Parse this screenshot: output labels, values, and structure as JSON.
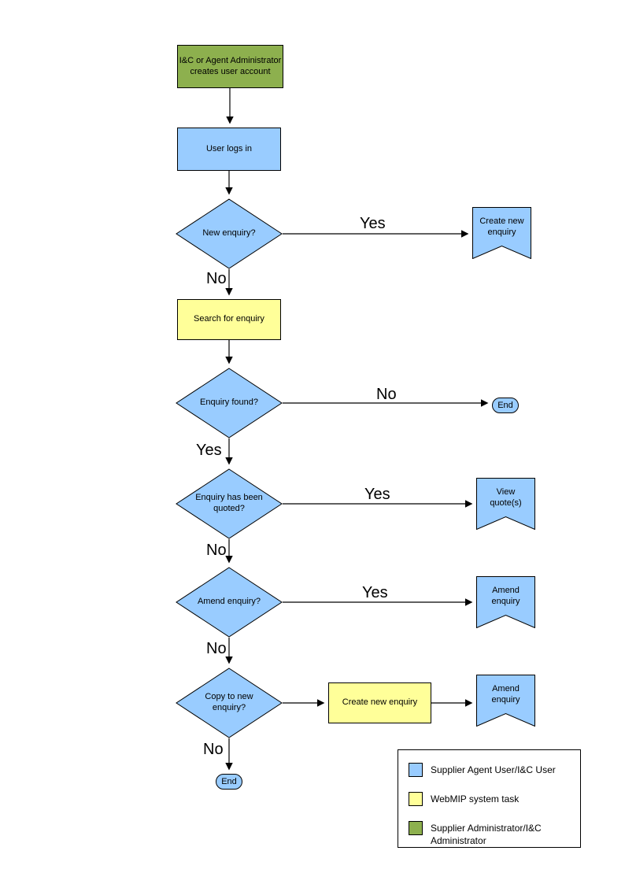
{
  "colors": {
    "actor_blue": "#99CCFF",
    "task_yellow": "#FFFF99",
    "admin_green": "#8DB04E"
  },
  "nodes": {
    "admin_creates_account": "I&C or Agent Administrator creates user account",
    "user_logs_in": "User logs in",
    "new_enquiry_decision": "New enquiry?",
    "create_new_enquiry_ref": "Create new enquiry",
    "search_for_enquiry": "Search for enquiry",
    "enquiry_found_decision": "Enquiry found?",
    "end_top": "End",
    "enquiry_quoted_decision": "Enquiry has been quoted?",
    "view_quotes_ref": "View quote(s)",
    "amend_enquiry_decision": "Amend enquiry?",
    "amend_enquiry_ref_1": "Amend enquiry",
    "copy_to_new_enquiry_decision": "Copy to new enquiry?",
    "create_new_enquiry_task": "Create new enquiry",
    "amend_enquiry_ref_2": "Amend enquiry",
    "end_bottom": "End"
  },
  "branch_labels": {
    "new_enquiry_yes": "Yes",
    "new_enquiry_no": "No",
    "enquiry_found_no": "No",
    "enquiry_found_yes": "Yes",
    "enquiry_quoted_yes": "Yes",
    "enquiry_quoted_no": "No",
    "amend_enquiry_yes": "Yes",
    "amend_enquiry_no": "No",
    "copy_to_new_no": "No"
  },
  "legend": {
    "items": [
      {
        "label": "Supplier Agent User/I&C User",
        "color": "#99CCFF"
      },
      {
        "label": "WebMIP system task",
        "color": "#FFFF99"
      },
      {
        "label": "Supplier Administrator/I&C Administrator",
        "color": "#8DB04E"
      }
    ]
  }
}
